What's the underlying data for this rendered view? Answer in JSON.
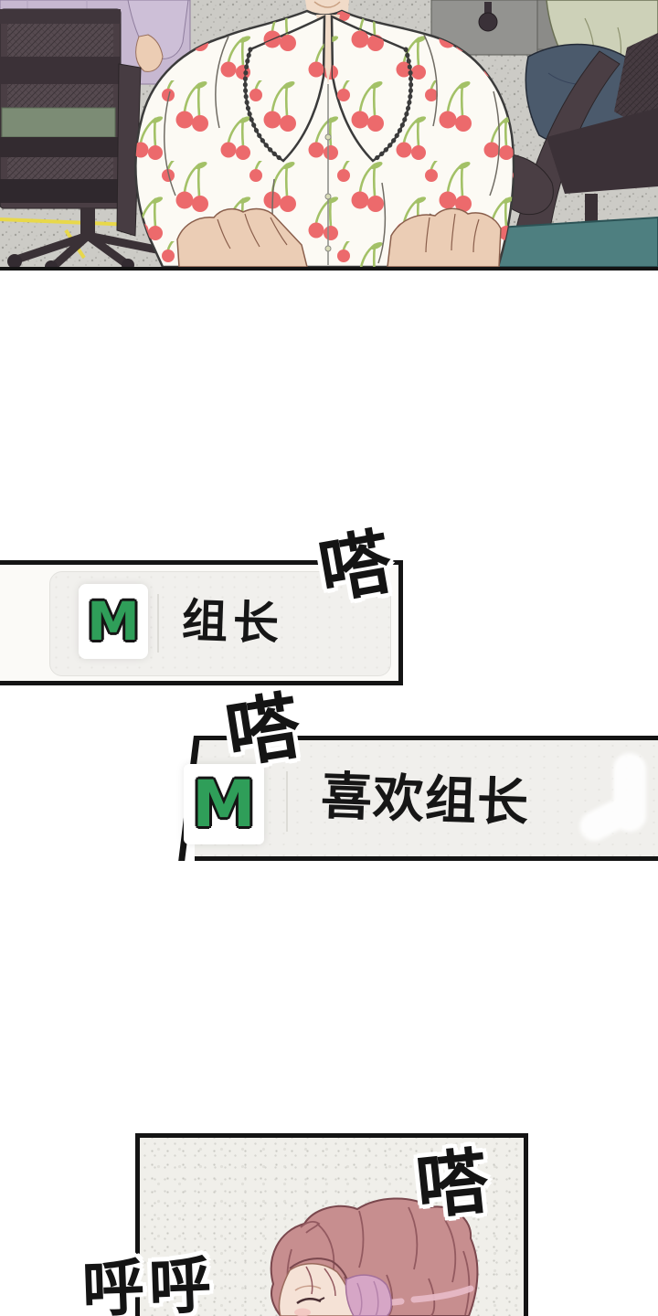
{
  "chat_boxes": {
    "logo_letter": "M",
    "logo_green": "#2f9e59",
    "box1_text": "组长",
    "box2_text": "喜欢组长"
  },
  "sound_effects": {
    "tap1": "嗒",
    "tap2": "嗒",
    "tap3": "嗒",
    "breathing": "呼呼"
  },
  "office_panel_colors": {
    "floor_gray": "#cccbc6",
    "cabinet_purple": "#c7b8d1",
    "chair_dark": "#4a3e44",
    "cushion_green": "#7c8c75",
    "desk_teal": "#4e7f80",
    "blouse_white": "#fcfaf4",
    "cherry_red": "#ec6a6c",
    "stem_green": "#a3c167",
    "skin": "#f1dbc8",
    "tape_yellow": "#e8d84a",
    "shirt_sage": "#cdd1b8",
    "jeans_blue": "#4b5a6c"
  },
  "close_up_panel_colors": {
    "background": "#f0efea",
    "hair_pink": "#c78e8f",
    "hair_highlight": "#e9bcc9",
    "hair_inner_lavender": "#d6a6c6",
    "skin": "#f5e2d6",
    "panel_border": "#141414"
  }
}
